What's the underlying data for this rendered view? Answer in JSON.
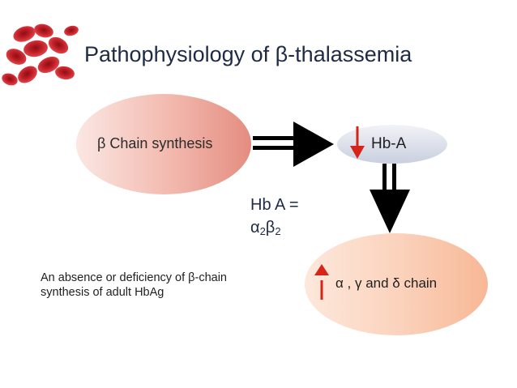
{
  "title": "Pathophysiology of β-thalassemia",
  "nodes": {
    "beta_chain": "β Chain synthesis",
    "hba": "Hb-A",
    "chains": "α , γ and δ chain"
  },
  "equation": {
    "line1": "Hb A =",
    "alpha": "α",
    "alpha_sub": "2",
    "beta": "β",
    "beta_sub": "2"
  },
  "note": "An absence or deficiency of β-chain synthesis of adult HbAg",
  "indicators": {
    "hba_direction": "down",
    "chains_direction": "up",
    "indicator_color": "#d62418"
  },
  "colors": {
    "title": "#1f2a44",
    "arrow": "#000000"
  }
}
